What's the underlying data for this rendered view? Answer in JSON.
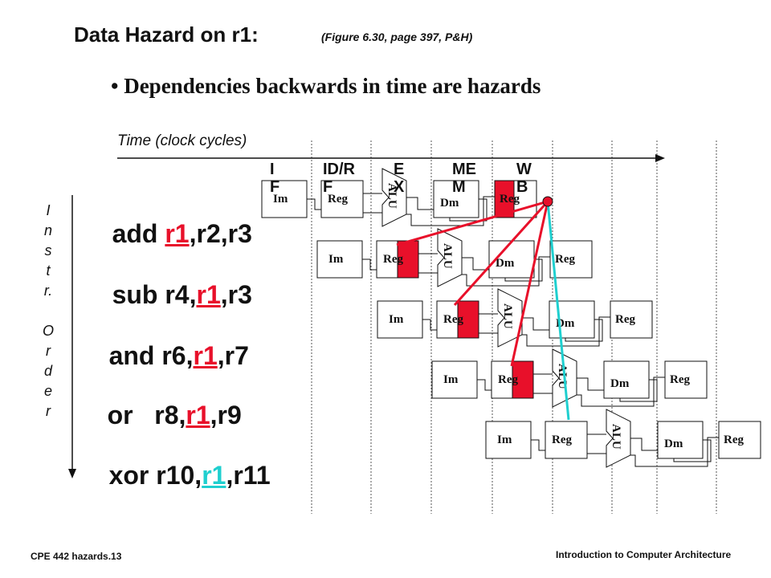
{
  "title": "Data Hazard on r1:",
  "reference": "(Figure 6.30, page 397, P&H)",
  "bullet": "• Dependencies backwards in time are hazards",
  "time_label": "Time (clock cycles)",
  "stages": [
    "I\nF",
    "ID/R\nF",
    "E\nX",
    "ME\nM",
    "W\nB"
  ],
  "order_label": [
    "I",
    "n",
    "s",
    "t",
    "r.",
    "",
    "O",
    "r",
    "d",
    "e",
    "r"
  ],
  "instructions": [
    {
      "op": "add ",
      "pre": "",
      "reg": "r1",
      "post": ",r2,r3"
    },
    {
      "op": "sub ",
      "pre": "r4,",
      "reg": "r1",
      "post": ",r3"
    },
    {
      "op": "and ",
      "pre": "r6,",
      "reg": "r1",
      "post": ",r7"
    },
    {
      "op": "or   ",
      "pre": "r8,",
      "reg": "r1",
      "post": ",r9"
    },
    {
      "op": "xor ",
      "pre": "r10,",
      "reg": "r1",
      "post": ",r11"
    }
  ],
  "pipeline_labels": {
    "im": "Im",
    "reg": "Reg",
    "alu": "ALU",
    "dm": "Dm"
  },
  "footer_left": "CPE 442  hazards.13",
  "footer_right": "Introduction to Computer Architecture",
  "colors": {
    "hazard": "#e8102a",
    "forward_ok": "#1fcfcf",
    "text": "#111111"
  }
}
